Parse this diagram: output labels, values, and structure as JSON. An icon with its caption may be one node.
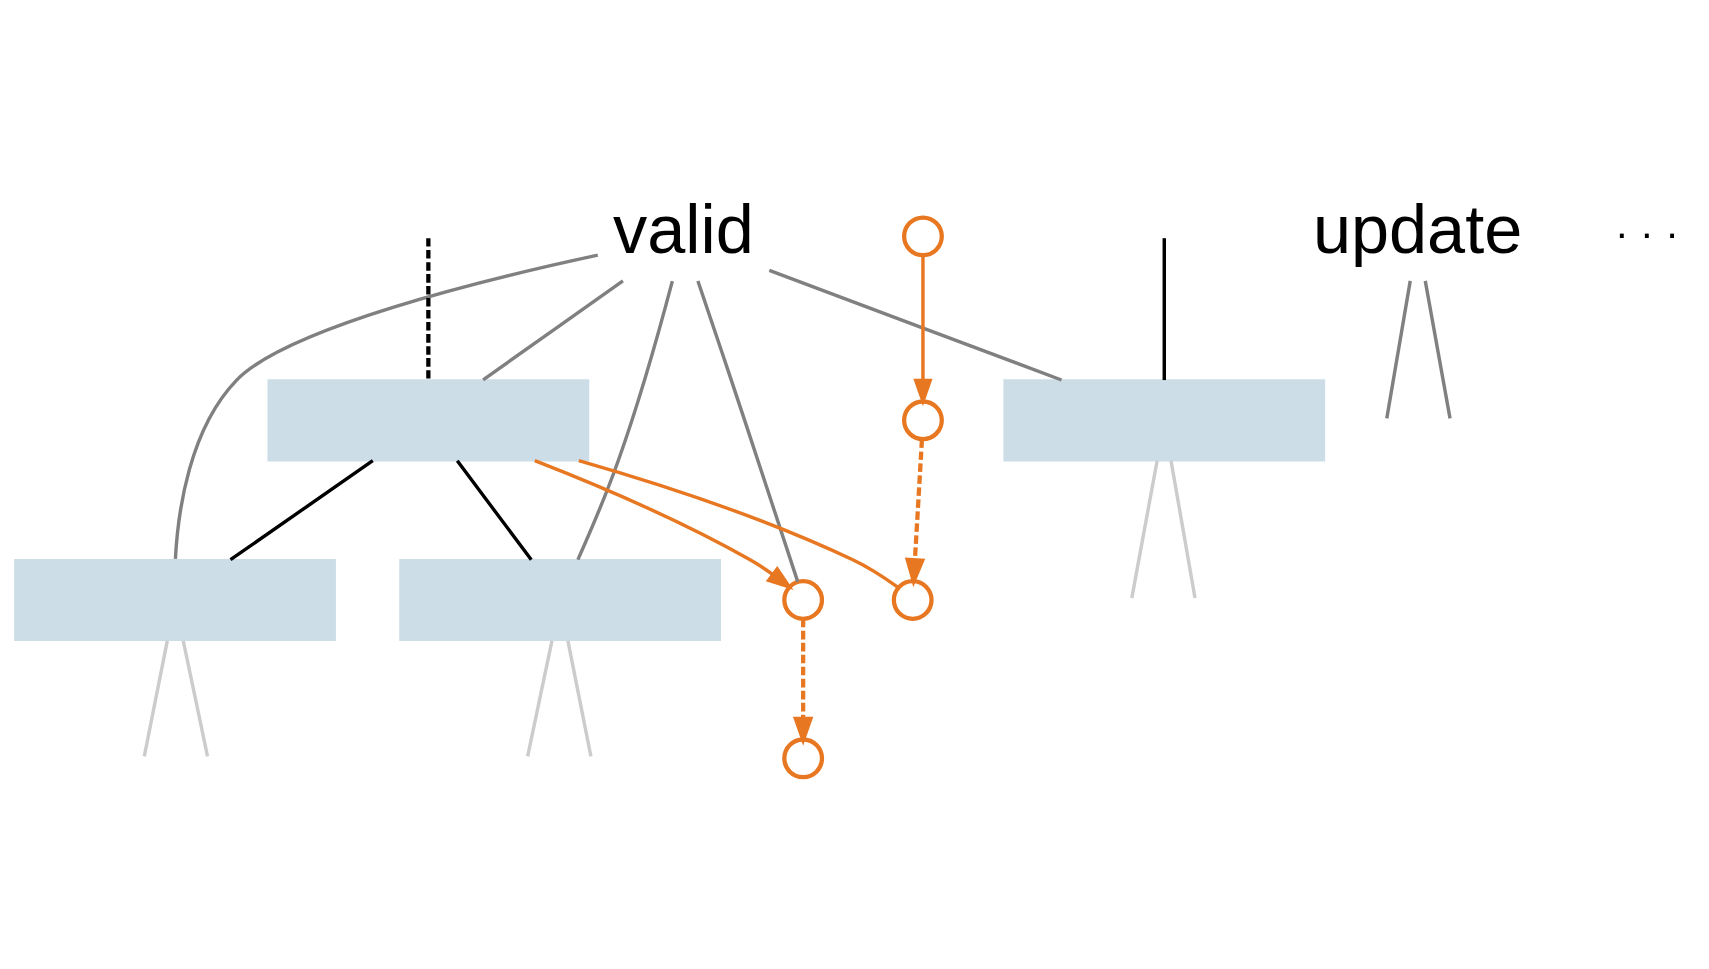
{
  "diagram": {
    "nodes": [
      {
        "text": [
          "valid"
        ]
      },
      {
        "text": [],
        "shape": "box"
      },
      {
        "text": [],
        "shape": "box"
      },
      {
        "text": [],
        "shape": "box"
      },
      {
        "text": [],
        "shape": "box"
      },
      {
        "text": [],
        "shape": "circle"
      },
      {
        "text": [],
        "shape": "circle"
      },
      {
        "text": [],
        "shape": "circle"
      },
      {
        "text": [],
        "shape": "circle"
      },
      {
        "text": [],
        "shape": "circle"
      },
      {
        "text": [
          "update"
        ]
      }
    ],
    "edges": [
      {
        "from": null,
        "to": 1,
        "arrow": "none",
        "style": "dashed",
        "color": "#000000"
      },
      {
        "from": null,
        "to": 2,
        "arrow": "none",
        "color": "#000000"
      },
      {
        "from": 1,
        "to": 3,
        "arrow": "none",
        "color": "#000000"
      },
      {
        "from": 1,
        "to": 4,
        "arrow": "none",
        "color": "#000000"
      },
      {
        "from": 2,
        "to": null,
        "arrow": "none",
        "color": "#cccccc"
      },
      {
        "from": 2,
        "to": null,
        "arrow": "none",
        "color": "#cccccc"
      },
      {
        "from": 3,
        "to": null,
        "arrow": "none",
        "color": "#cccccc"
      },
      {
        "from": 3,
        "to": null,
        "arrow": "none",
        "color": "#cccccc"
      },
      {
        "from": 4,
        "to": null,
        "arrow": "none",
        "color": "#cccccc"
      },
      {
        "from": 4,
        "to": null,
        "arrow": "none",
        "color": "#cccccc"
      },
      {
        "from": 5,
        "to": 8,
        "arrow": "to",
        "color": "#e87722"
      },
      {
        "from": 1,
        "to": 6,
        "arrow": "to",
        "color": "#e87722"
      },
      {
        "from": 1,
        "to": 9,
        "arrow": "none",
        "color": "#e87722"
      },
      {
        "from": 8,
        "to": 9,
        "arrow": "to",
        "style": "dashed",
        "color": "#e87722"
      },
      {
        "from": 6,
        "to": 7,
        "arrow": "to",
        "style": "dashed",
        "color": "#e87722"
      },
      {
        "from": 0,
        "to": 1,
        "arrow": "none",
        "color": "#808080"
      },
      {
        "from": 0,
        "to": 3,
        "arrow": "none",
        "color": "#808080"
      },
      {
        "from": 0,
        "to": 4,
        "arrow": "none",
        "color": "#808080"
      },
      {
        "from": 0,
        "to": 6,
        "arrow": "none",
        "color": "#808080"
      },
      {
        "from": 0,
        "to": 2,
        "arrow": "none",
        "color": "#808080"
      },
      {
        "from": 10,
        "to": null,
        "arrow": "none",
        "color": "#808080"
      },
      {
        "from": 10,
        "to": null,
        "arrow": "none",
        "color": "#808080"
      }
    ],
    "labels": [
      "· · ·"
    ]
  }
}
